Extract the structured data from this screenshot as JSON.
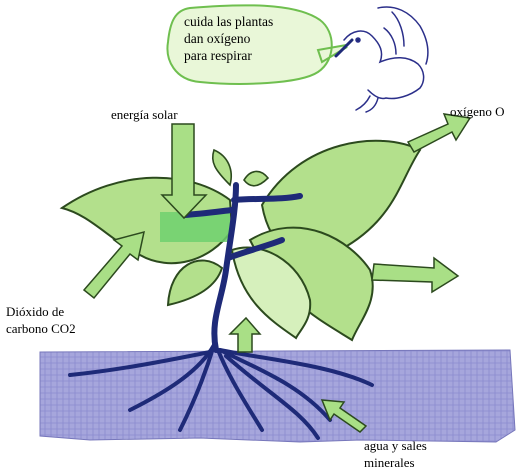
{
  "speech_bubble": {
    "lines": [
      "cuida las plantas",
      "dan oxígeno",
      "para respirar"
    ]
  },
  "labels": {
    "solar_energy": "energía solar",
    "oxygen": "oxígeno O",
    "co2": [
      "Dióxido de",
      "carbono CO2"
    ],
    "water": [
      "agua y sales",
      "minerales"
    ]
  },
  "colors": {
    "leaf": "#b3e08c",
    "leaf_light": "#d6f0bc",
    "leaf_outline": "#2c4a1e",
    "stem": "#1e2a78",
    "soil": "#a6a6dc",
    "arrow_fill": "#a9df86",
    "bubble_fill": "#e9f7d8",
    "bubble_stroke": "#6fbf4f"
  }
}
